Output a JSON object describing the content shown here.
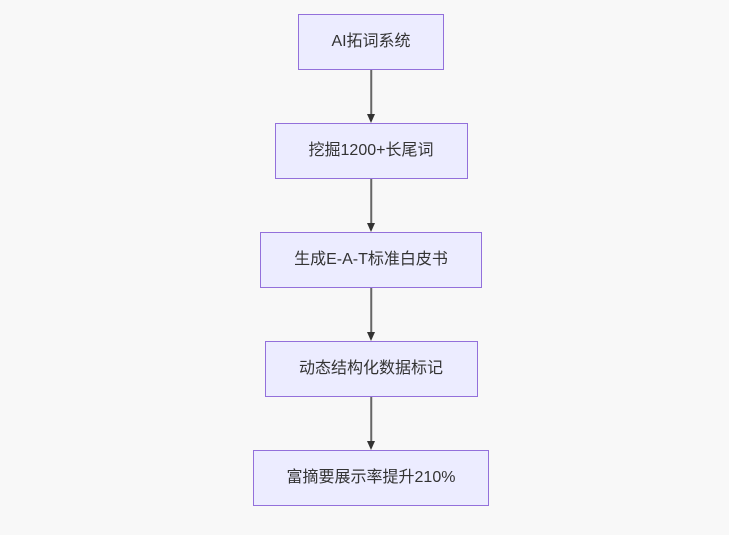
{
  "diagram": {
    "type": "flowchart",
    "direction": "top-down",
    "nodes": [
      {
        "id": "n1",
        "label": "AI拓词系统"
      },
      {
        "id": "n2",
        "label": "挖掘1200+长尾词"
      },
      {
        "id": "n3",
        "label": "生成E-A-T标准白皮书"
      },
      {
        "id": "n4",
        "label": "动态结构化数据标记"
      },
      {
        "id": "n5",
        "label": "富摘要展示率提升210%"
      }
    ],
    "edges": [
      {
        "from": "n1",
        "to": "n2",
        "arrow": "down"
      },
      {
        "from": "n2",
        "to": "n3",
        "arrow": "down"
      },
      {
        "from": "n3",
        "to": "n4",
        "arrow": "down"
      },
      {
        "from": "n4",
        "to": "n5",
        "arrow": "down"
      }
    ],
    "colors": {
      "node_fill": "#ECECFF",
      "node_border": "#9370DB",
      "edge_line": "#666666",
      "arrowhead": "#333333",
      "text": "#333333",
      "background": "#f8f8f8"
    }
  }
}
